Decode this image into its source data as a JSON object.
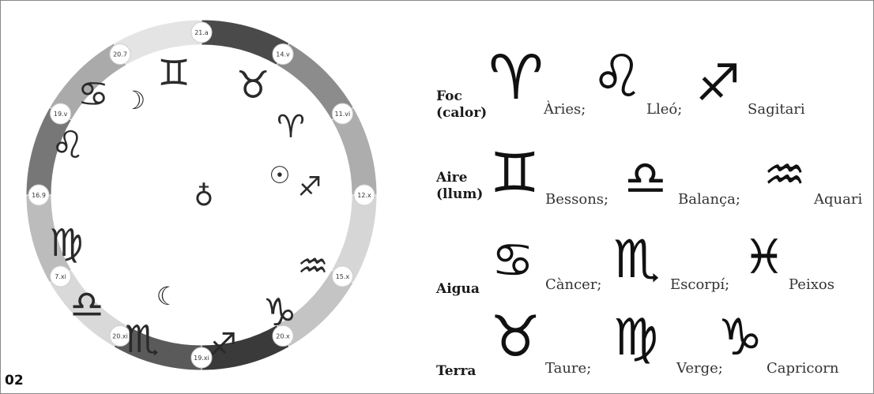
{
  "figure_number": "02",
  "wheel": {
    "dates": [
      "21.a",
      "14.v",
      "11.vi",
      "12.x",
      "15.x",
      "20.x",
      "19.xi",
      "20.xi",
      "7.xi",
      "16.9",
      "19.v",
      "20.7"
    ],
    "segment_colors": [
      "#4a4a4a",
      "#8c8c8c",
      "#adadad",
      "#d6d6d6",
      "#c4c4c4",
      "#3a3a3a",
      "#5a5a5a",
      "#d9d9d9",
      "#bcbcbc",
      "#777777",
      "#aaaaaa",
      "#e4e4e4"
    ],
    "glyphs": {
      "taurus": "♉",
      "aries": "♈",
      "sun": "☉",
      "sagittarius_mark": "♐",
      "aquarius": "♒",
      "capricorn": "♑",
      "sagittarius": "♐",
      "scorpio": "♏",
      "libra": "♎",
      "virgo": "♍",
      "leo": "♌",
      "cancer": "♋",
      "moon_crescent": "☽",
      "gemini": "♊",
      "center": "♁",
      "moon": "☾"
    }
  },
  "elements": {
    "foc": {
      "label_line1": "Foc",
      "label_line2": "(calor)",
      "signs": [
        {
          "glyph": "♈",
          "name": "Àries;"
        },
        {
          "glyph": "♌",
          "name": "Lleó;"
        },
        {
          "glyph": "♐",
          "name": "Sagitari"
        }
      ]
    },
    "aire": {
      "label_line1": "Aire",
      "label_line2": "(llum)",
      "signs": [
        {
          "glyph": "♊",
          "name": "Bessons;"
        },
        {
          "glyph": "♎",
          "name": "Balança;"
        },
        {
          "glyph": "♒",
          "name": "Aquari"
        }
      ]
    },
    "aigua": {
      "label_line1": "Aigua",
      "signs": [
        {
          "glyph": "♋",
          "name": "Càncer;"
        },
        {
          "glyph": "♏",
          "name": "Escorpí;"
        },
        {
          "glyph": "♓",
          "name": "Peixos"
        }
      ]
    },
    "terra": {
      "label_line1": "Terra",
      "signs": [
        {
          "glyph": "♉",
          "name": "Taure;"
        },
        {
          "glyph": "♍",
          "name": "Verge;"
        },
        {
          "glyph": "♑",
          "name": "Capricorn"
        }
      ]
    }
  }
}
